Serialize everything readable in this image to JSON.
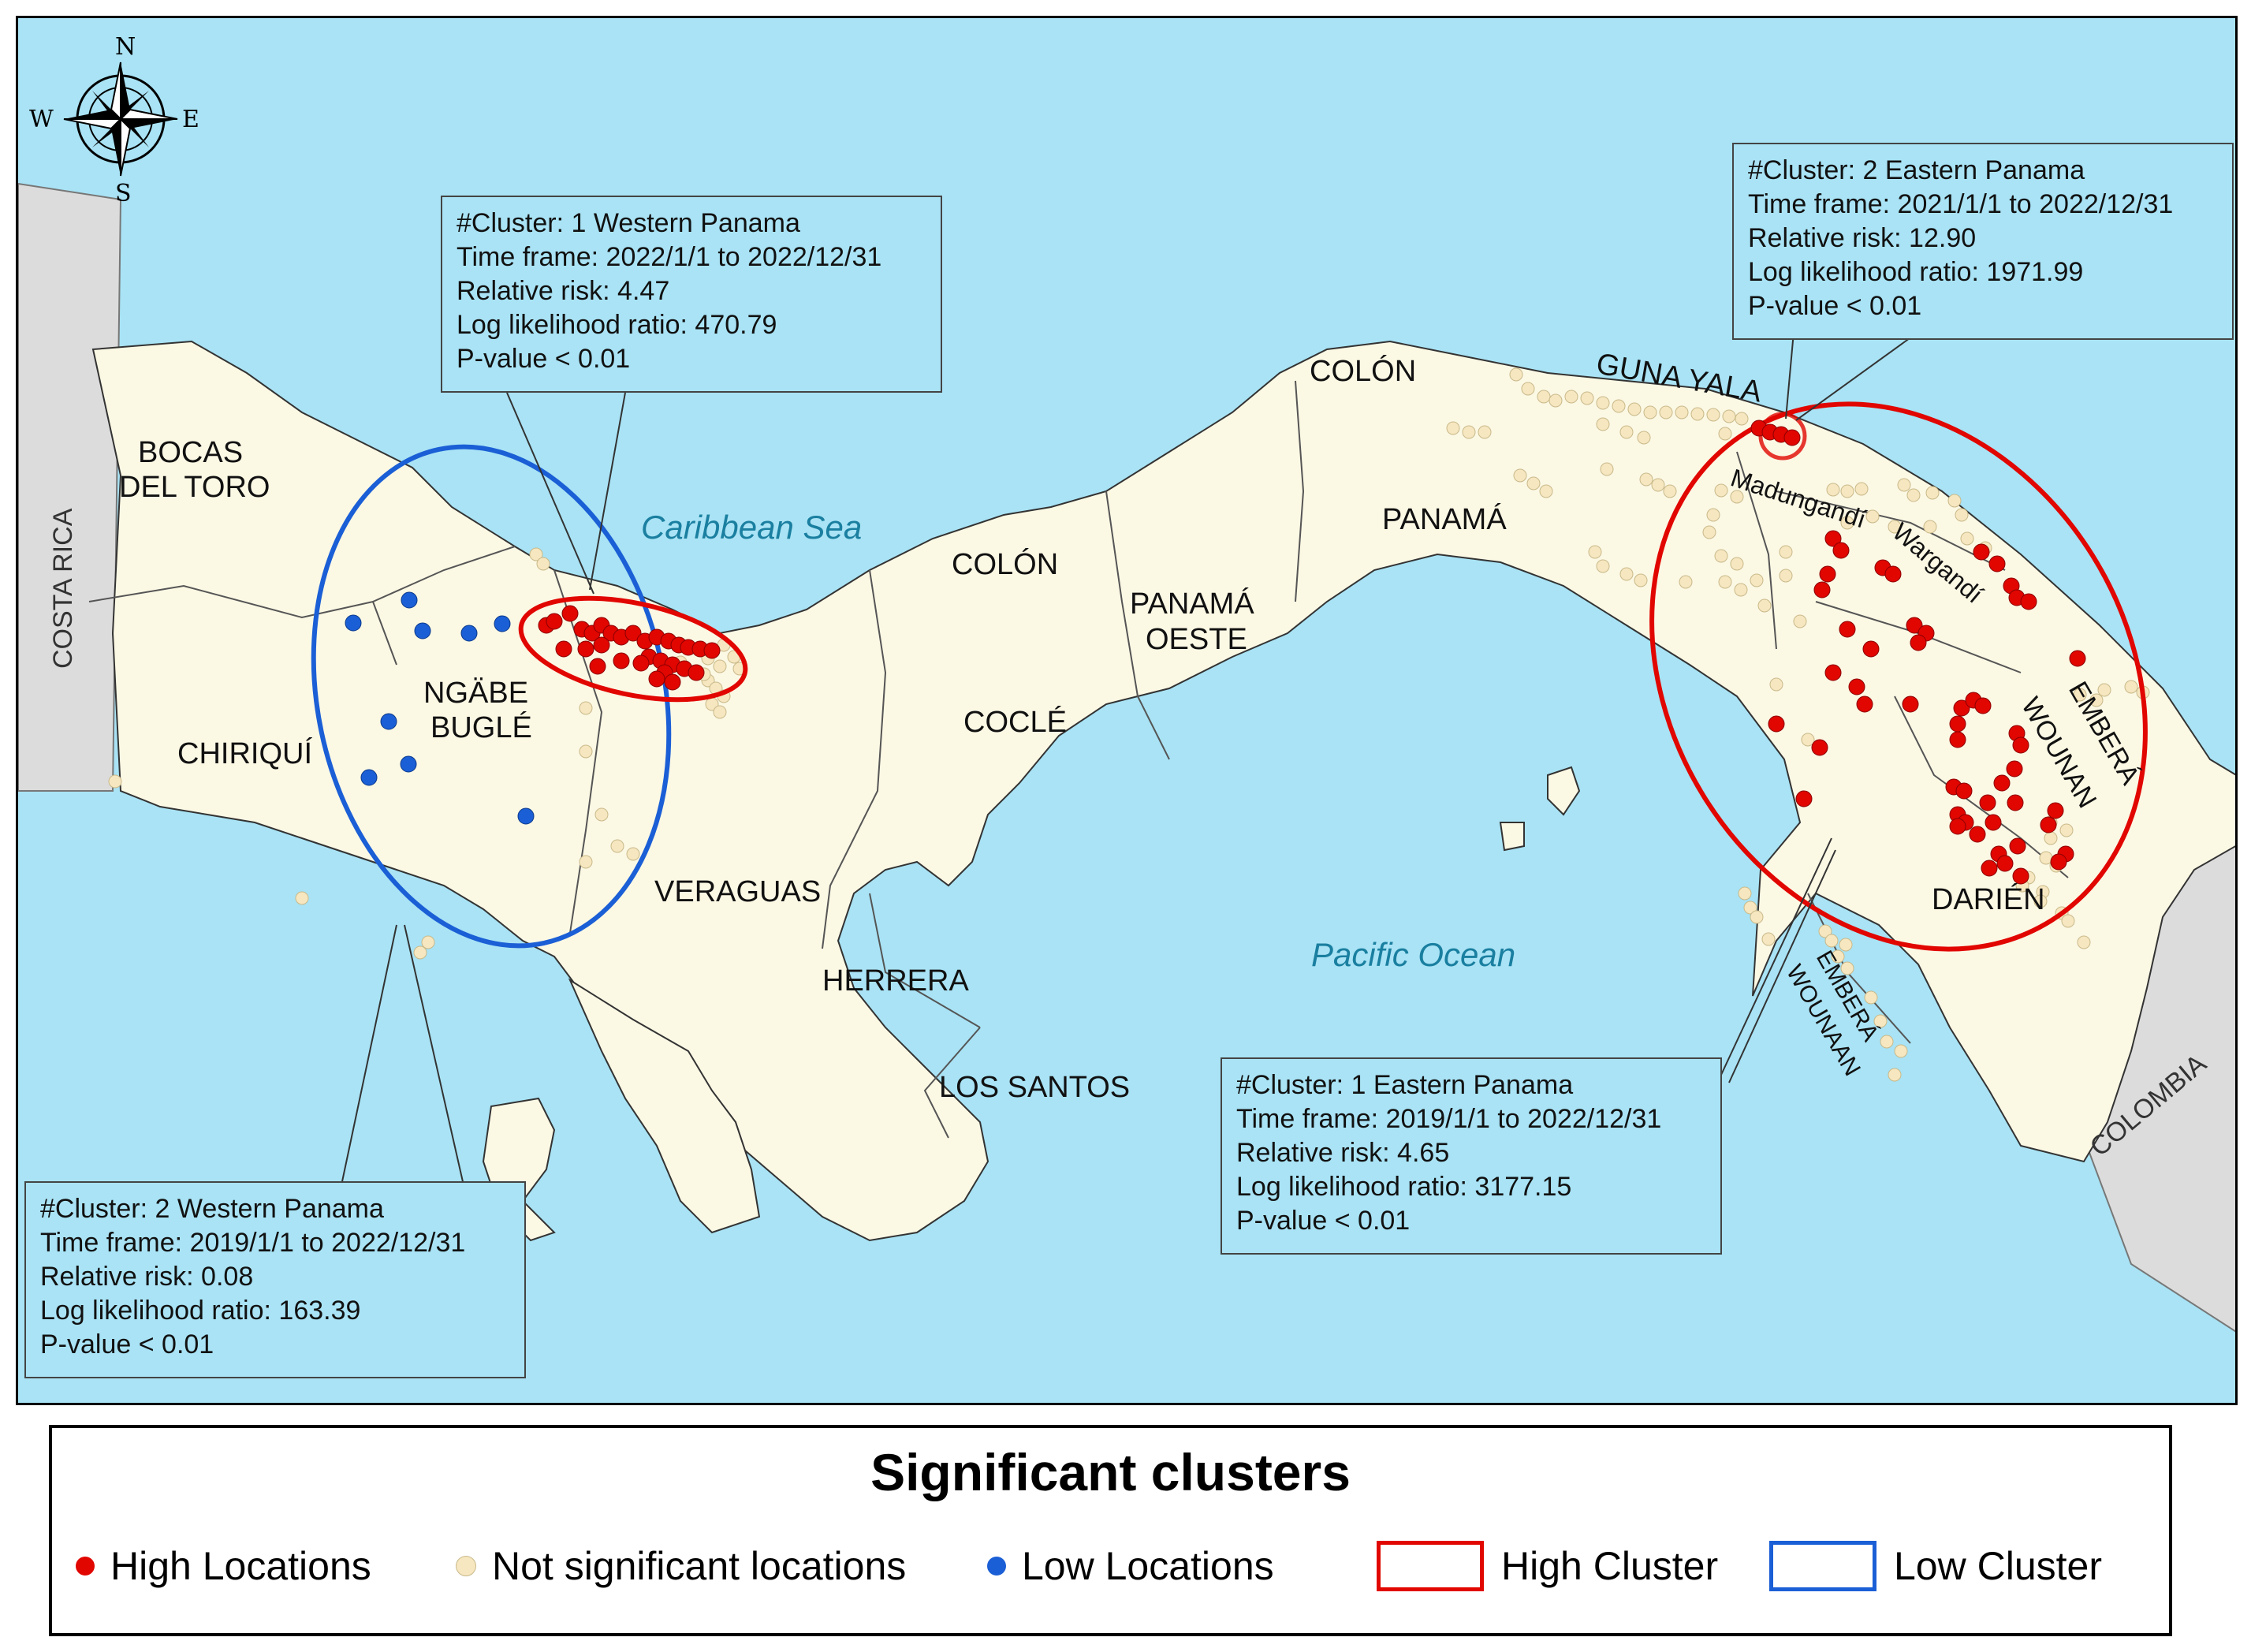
{
  "colors": {
    "water": "#a9e3f5",
    "land": "#fbf8e4",
    "neighbor": "#dcdcdc",
    "high": "#e10600",
    "low": "#1b5fd6",
    "not_significant": "#f6e7c0"
  },
  "compass": {
    "n": "N",
    "s": "S",
    "e": "E",
    "w": "W",
    "icon": "compass-rose-icon"
  },
  "labels": {
    "bocas": "BOCAS",
    "bocas2": "DEL TORO",
    "costa_rica": "COSTA RICA",
    "chiriqui": "CHIRIQUÍ",
    "ngabe": "NGÄBE",
    "ngabe2": "BUGLÉ",
    "veraguas": "VERAGUAS",
    "colon_west": "COLÓN",
    "cocle": "COCLÉ",
    "herrera": "HERRERA",
    "los_santos": "LOS SANTOS",
    "panama_oeste": "PANAMÁ",
    "panama_oeste2": "OESTE",
    "colon_east": "COLÓN",
    "panama": "PANAMÁ",
    "guna_yala": "GUNA YALA",
    "madungandi": "Madungandí",
    "wargandi": "Wargandí",
    "embera_east": "EMBERÁ",
    "embera_east2": "WOUNAN",
    "darien": "DARIÉN",
    "embera_south": "EMBERÁ",
    "embera_south2": "WOUNAAN",
    "colombia": "COLOMBIA",
    "caribbean": "Caribbean Sea",
    "pacific": "Pacific Ocean"
  },
  "clusters": {
    "west1": [
      "#Cluster: 1 Western Panama",
      "Time frame: 2022/1/1 to 2022/12/31",
      "Relative risk: 4.47",
      "Log likelihood ratio: 470.79",
      "P-value < 0.01"
    ],
    "west2": [
      "#Cluster: 2 Western Panama",
      "Time frame: 2019/1/1 to 2022/12/31",
      "Relative risk: 0.08",
      "Log likelihood ratio: 163.39",
      "P-value < 0.01"
    ],
    "east1": [
      "#Cluster: 1 Eastern Panama",
      "Time frame: 2019/1/1 to 2022/12/31",
      "Relative risk: 4.65",
      "Log likelihood ratio: 3177.15",
      "P-value < 0.01"
    ],
    "east2": [
      "#Cluster: 2 Eastern Panama",
      "Time frame: 2021/1/1 to 2022/12/31",
      "Relative risk: 12.90",
      "Log likelihood ratio: 1971.99",
      "P-value < 0.01"
    ]
  },
  "legend": {
    "title": "Significant clusters",
    "high_locations": "High Locations",
    "not_significant": "Not significant locations",
    "low_locations": "Low Locations",
    "high_cluster": "High Cluster",
    "low_cluster": "Low Cluster"
  }
}
